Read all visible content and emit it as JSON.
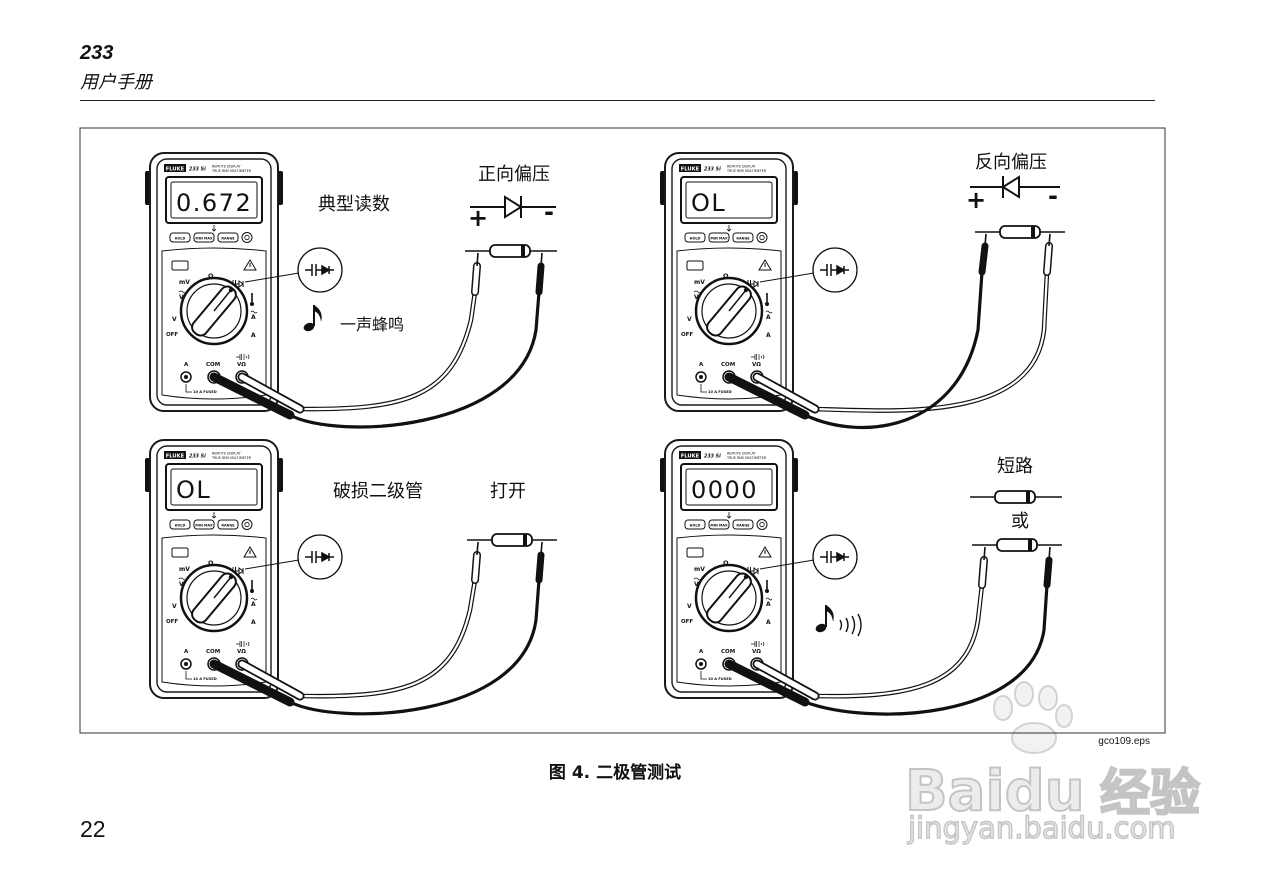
{
  "header": {
    "model": "233",
    "subtitle": "用户手册"
  },
  "meter": {
    "brand": "FLUKE",
    "model": "233 Si",
    "line1": "REMOTE DISPLAY",
    "line2": "TRUE RMS MULTIMETER",
    "buttons": [
      "HOLD",
      "MIN MAX",
      "RANGE"
    ],
    "dial": {
      "mv": "mV",
      "ohm": "Ω",
      "vac": "V",
      "vdc": "V",
      "off": "OFF",
      "aac": "A",
      "adc": "A"
    },
    "jacks": {
      "a": "A",
      "com": "COM",
      "volt": "VΩ"
    },
    "fuse": "10 A FUSED"
  },
  "panels": [
    {
      "display": "0.672",
      "labels": {
        "reading": "典型读数",
        "bias": "正向偏压",
        "beep": "一声蜂鸣"
      },
      "plus": "+",
      "minus": "-"
    },
    {
      "display": "OL",
      "labels": {
        "bias": "反向偏压"
      },
      "plus": "+",
      "minus": "-"
    },
    {
      "display": "OL",
      "labels": {
        "broken": "破损二级管",
        "state": "打开"
      }
    },
    {
      "display": "0000",
      "labels": {
        "short": "短路",
        "or": "或"
      }
    }
  ],
  "figure": {
    "file_label": "gco109.eps",
    "caption_prefix": "图",
    "caption_number": "4.",
    "caption_title": "二极管测试"
  },
  "page_number": "22",
  "watermark": {
    "brand": "Baidu",
    "product": "经验",
    "url": "jingyan.baidu.com"
  },
  "icons": {
    "callout": "capacitor-diode-icon",
    "beep": "music-note-icon",
    "continuous_beep": "sound-waves-icon",
    "warning": "warning-icon",
    "watermark_logo": "paw-logo-icon"
  }
}
